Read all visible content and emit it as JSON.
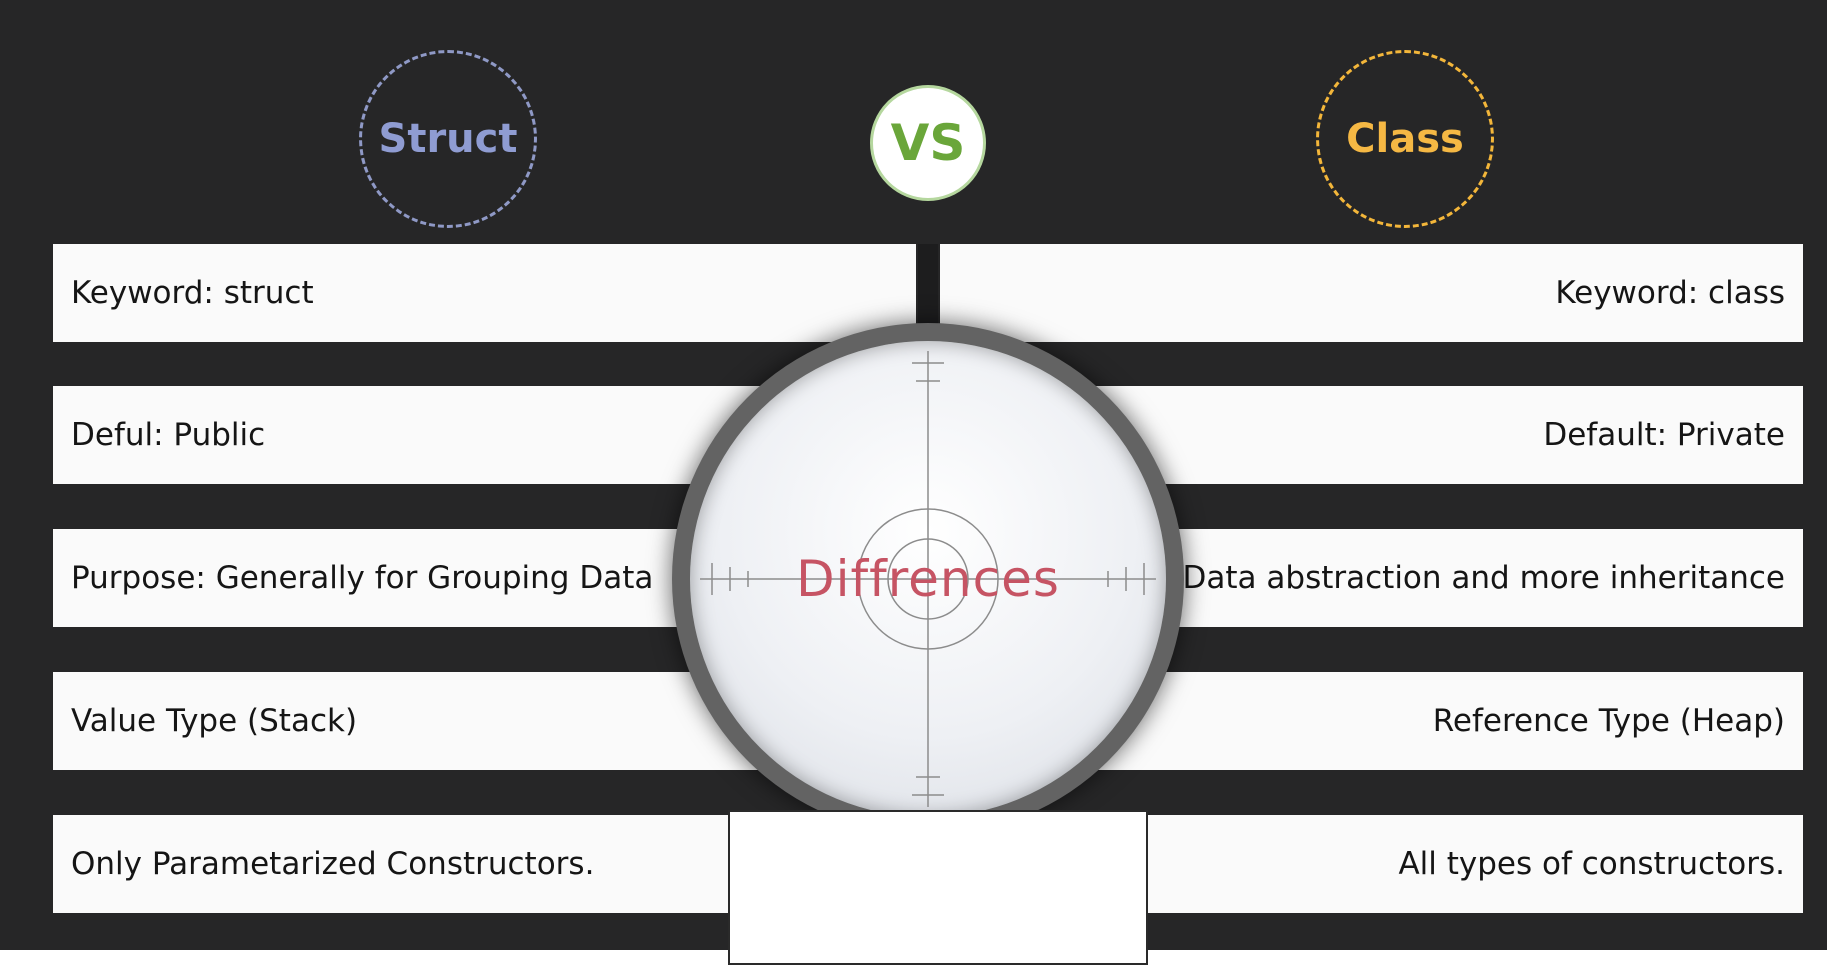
{
  "headers": {
    "left": "Struct",
    "vs": "VS",
    "right": "Class"
  },
  "center": {
    "title": "Diffrences"
  },
  "rows": [
    {
      "left": "Keyword: struct",
      "right": "Keyword: class"
    },
    {
      "left": "Deful: Public",
      "right": "Default: Private"
    },
    {
      "left": "Purpose: Generally for Grouping Data",
      "right": "Data abstraction and more inheritance"
    },
    {
      "left": "Value Type (Stack)",
      "right": "Reference Type (Heap)"
    },
    {
      "left": "Only Parametarized Constructors.",
      "right": "All types of constructors."
    }
  ],
  "colors": {
    "background": "#262627",
    "struct": "#8f9cd2",
    "class": "#f5b844",
    "vs": "#6aa63a",
    "title": "#c65464"
  },
  "icons": {
    "center": "magnifier-crosshair-icon"
  }
}
